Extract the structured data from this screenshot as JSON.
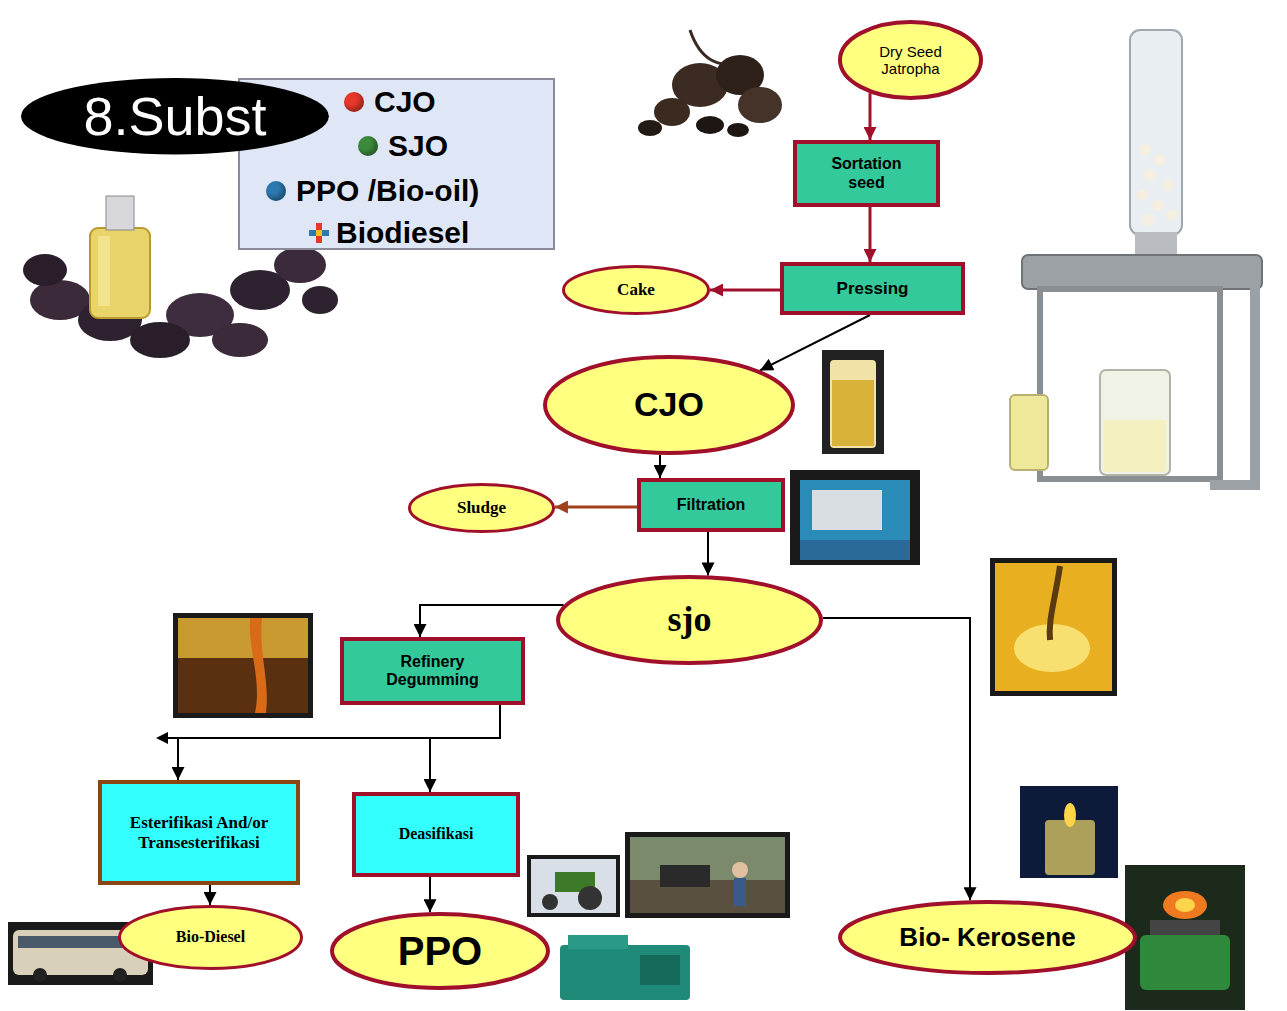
{
  "diagram": {
    "nodes": [
      {
        "text": [
          "8.Subst"
        ]
      },
      {
        "text": [
          "Dry Seed Jatropha"
        ]
      },
      {
        "text": [
          "Sortation seed"
        ]
      },
      {
        "text": [
          "Pressing"
        ]
      },
      {
        "text": [
          "Cake"
        ]
      },
      {
        "text": [
          "CJO"
        ]
      },
      {
        "text": [
          "Filtration"
        ]
      },
      {
        "text": [
          "Sludge"
        ]
      },
      {
        "text": [
          "sjo"
        ]
      },
      {
        "text": [
          "Refinery Degumming"
        ]
      },
      {
        "text": [
          "Esterifikasi And/or Transesterifikasi"
        ]
      },
      {
        "text": [
          "Deasifikasi"
        ]
      },
      {
        "text": [
          "Bio-Diesel"
        ]
      },
      {
        "text": [
          "PPO"
        ]
      },
      {
        "text": [
          "Bio- Kerosene"
        ]
      }
    ],
    "edges": [
      {
        "from": 1,
        "to": 2,
        "arrow": "to"
      },
      {
        "from": 2,
        "to": 3,
        "arrow": "to"
      },
      {
        "from": 3,
        "to": 4,
        "arrow": "to"
      },
      {
        "from": 3,
        "to": 5,
        "arrow": "to"
      },
      {
        "from": 5,
        "to": 6,
        "arrow": "to"
      },
      {
        "from": 6,
        "to": 7,
        "arrow": "to"
      },
      {
        "from": 6,
        "to": 8,
        "arrow": "to"
      },
      {
        "from": 8,
        "to": 9,
        "arrow": "to"
      },
      {
        "from": 9,
        "to": 10,
        "arrow": "to"
      },
      {
        "from": 9,
        "to": 11,
        "arrow": "to"
      },
      {
        "from": 10,
        "to": 12,
        "arrow": "to"
      },
      {
        "from": 11,
        "to": 13,
        "arrow": "to"
      },
      {
        "from": 8,
        "to": 14,
        "arrow": "to"
      }
    ],
    "legend": [
      {
        "text": "CJO",
        "color": "#e8382a"
      },
      {
        "text": "SJO",
        "color": "#3c8c3c"
      },
      {
        "text": "PPO /Bio-oil)",
        "color": "#2c7ab0"
      },
      {
        "text": "Biodiesel"
      }
    ]
  }
}
